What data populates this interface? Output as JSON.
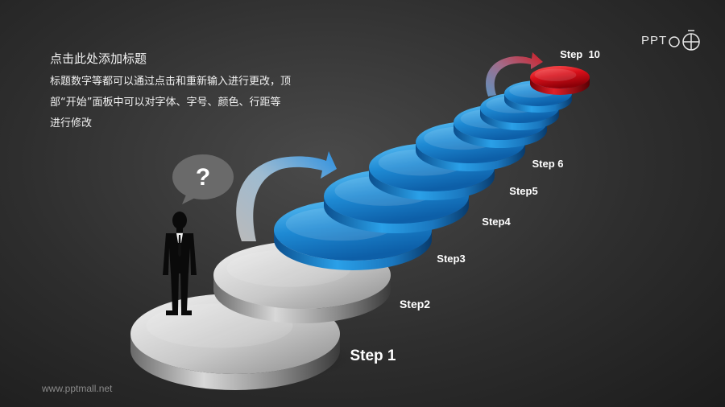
{
  "header": {
    "title": "点击此处添加标题",
    "description_lines": [
      "标题数字等都可以通过点击和重新输入进行更改，顶",
      "部“开始”面板中可以对字体、字号、颜色、行距等",
      "进行修改"
    ]
  },
  "logo": {
    "text": "PPT",
    "icon": "ppt-mall-logo-icon"
  },
  "watermark": "www.pptmall.net",
  "question_bubble": {
    "symbol": "?"
  },
  "steps": [
    {
      "label": "Step 1",
      "color": "#9a9a9a"
    },
    {
      "label": "Step2",
      "color": "#8a8a8a"
    },
    {
      "label": "Step3",
      "color": "#1e88d0"
    },
    {
      "label": "Step4",
      "color": "#1e88d0"
    },
    {
      "label": "Step5",
      "color": "#1e88d0"
    },
    {
      "label": "Step 6",
      "color": "#1e88d0"
    },
    {
      "label": "",
      "color": "#1e88d0"
    },
    {
      "label": "",
      "color": "#1e88d0"
    },
    {
      "label": "",
      "color": "#1e88d0"
    },
    {
      "label": "Step  10",
      "color": "#d0101a"
    }
  ],
  "colors": {
    "background": "#2e2e2e",
    "blue_disc": "#1e88d0",
    "gray_disc": "#9a9a9a",
    "red_disc": "#d0101a",
    "text": "#ffffff"
  }
}
